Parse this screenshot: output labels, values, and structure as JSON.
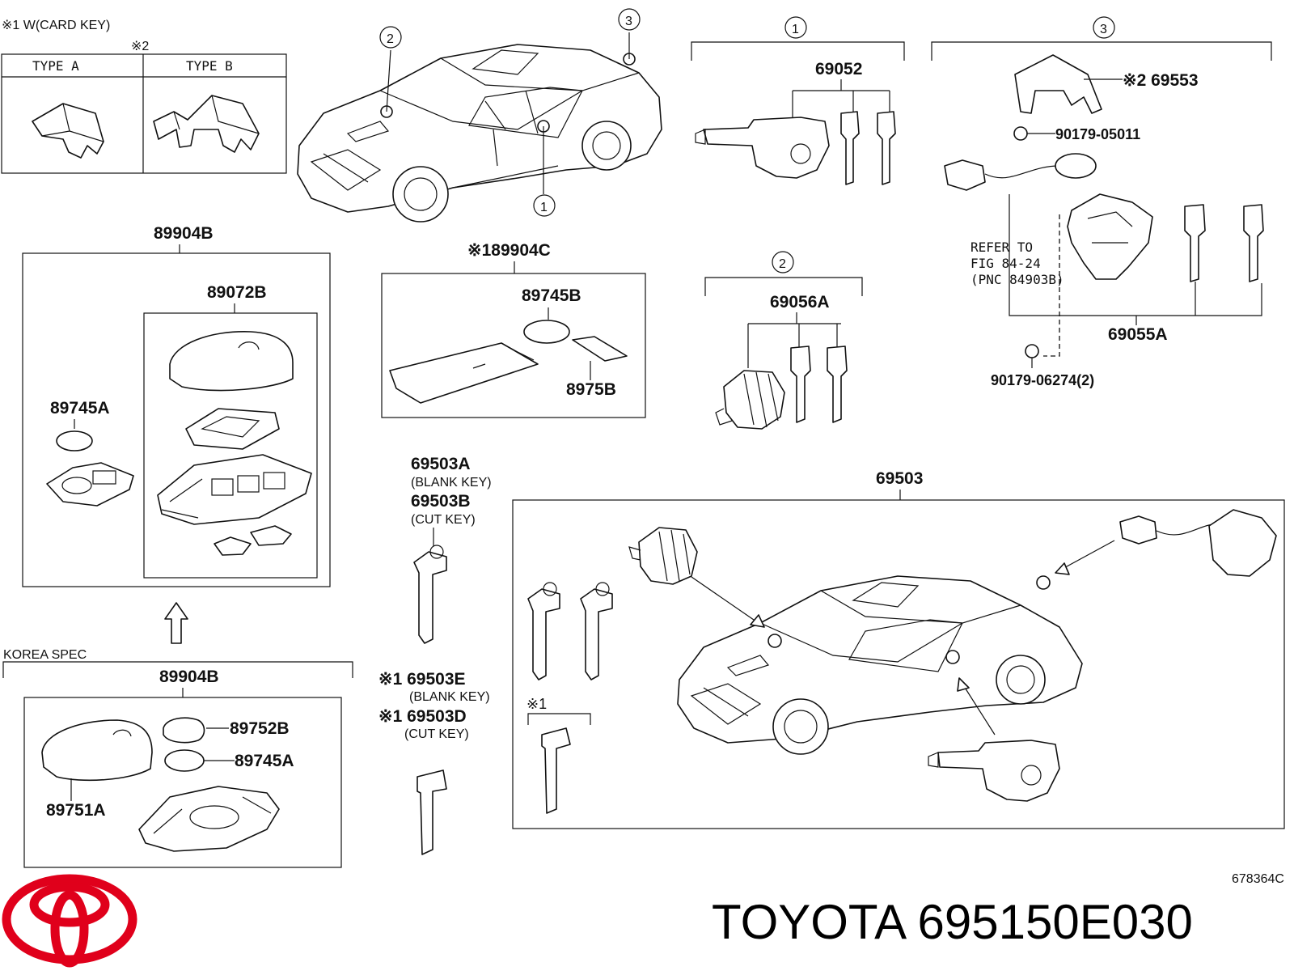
{
  "header": {
    "card_key_note": "※1 W(CARD KEY)",
    "note2": "※2",
    "type_a": "TYPE  A",
    "type_b": "TYPE  B"
  },
  "callouts": [
    "1",
    "2",
    "3"
  ],
  "parts": {
    "p89904B_top": "89904B",
    "p89072B": "89072B",
    "p89745A_left": "89745A",
    "p89904C": "※189904C",
    "p89745B": "89745B",
    "p8975B": "8975B",
    "p69052": "69052",
    "p69056A": "69056A",
    "p69553": "※2 69553",
    "p90179_05011": "90179-05011",
    "refer_1": "REFER  TO",
    "refer_2": "FIG  84-24",
    "refer_3": "(PNC  84903B)",
    "p69055A": "69055A",
    "p90179_06274": "90179-06274(2)",
    "p69503A": "69503A",
    "blank_key_1": "(BLANK KEY)",
    "p69503B": "69503B",
    "cut_key_1": "(CUT KEY)",
    "p69503": "69503",
    "korea_spec": "KOREA SPEC",
    "p89904B_bottom": "89904B",
    "p89752B": "89752B",
    "p89745A_bottom": "89745A",
    "p89751A": "89751A",
    "p69503E": "※1 69503E",
    "blank_key_2": "(BLANK KEY)",
    "p69503D": "※1 69503D",
    "cut_key_2": "(CUT KEY)",
    "note1_keys": "※1",
    "diagram_code": "678364C"
  },
  "brand": {
    "caption": "TOYOTA 695150E030",
    "logo_color": "#e0001b"
  }
}
